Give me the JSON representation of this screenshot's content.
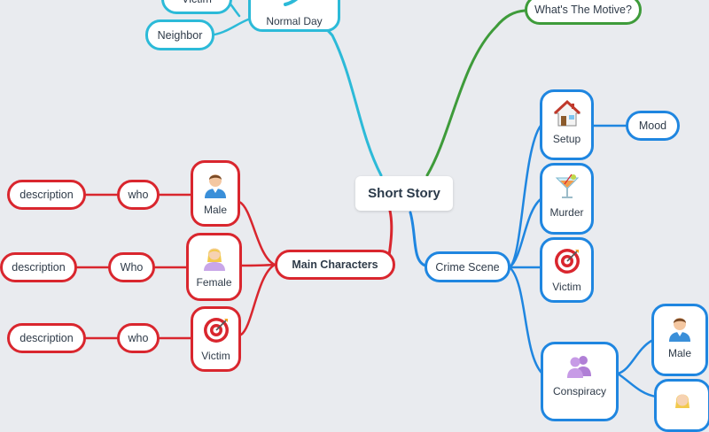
{
  "root": {
    "label": "Short Story"
  },
  "branches": {
    "normal_day": {
      "label": "Normal Day",
      "color": "#2cbad8",
      "children": [
        "Victim",
        "Neighbor"
      ]
    },
    "motive": {
      "label": "What's The Motive?",
      "color": "#3e9b3a"
    },
    "main_characters": {
      "label": "Main Characters",
      "color": "#d9262e",
      "male": {
        "label": "Male",
        "icon": "man-icon",
        "who": "who",
        "description": "description"
      },
      "female": {
        "label": "Female",
        "icon": "woman-icon",
        "who": "Who",
        "description": "description"
      },
      "victim": {
        "label": "Victim",
        "icon": "target-icon",
        "who": "who",
        "description": "description"
      }
    },
    "crime_scene": {
      "label": "Crime Scene",
      "color": "#1f86e0",
      "setup": {
        "label": "Setup",
        "icon": "house-icon",
        "mood": "Mood"
      },
      "murder": {
        "label": "Murder",
        "icon": "cocktail-icon"
      },
      "victim": {
        "label": "Victim",
        "icon": "target-icon"
      },
      "conspiracy": {
        "label": "Conspiracy",
        "icon": "group-icon",
        "male": "Male"
      }
    }
  }
}
